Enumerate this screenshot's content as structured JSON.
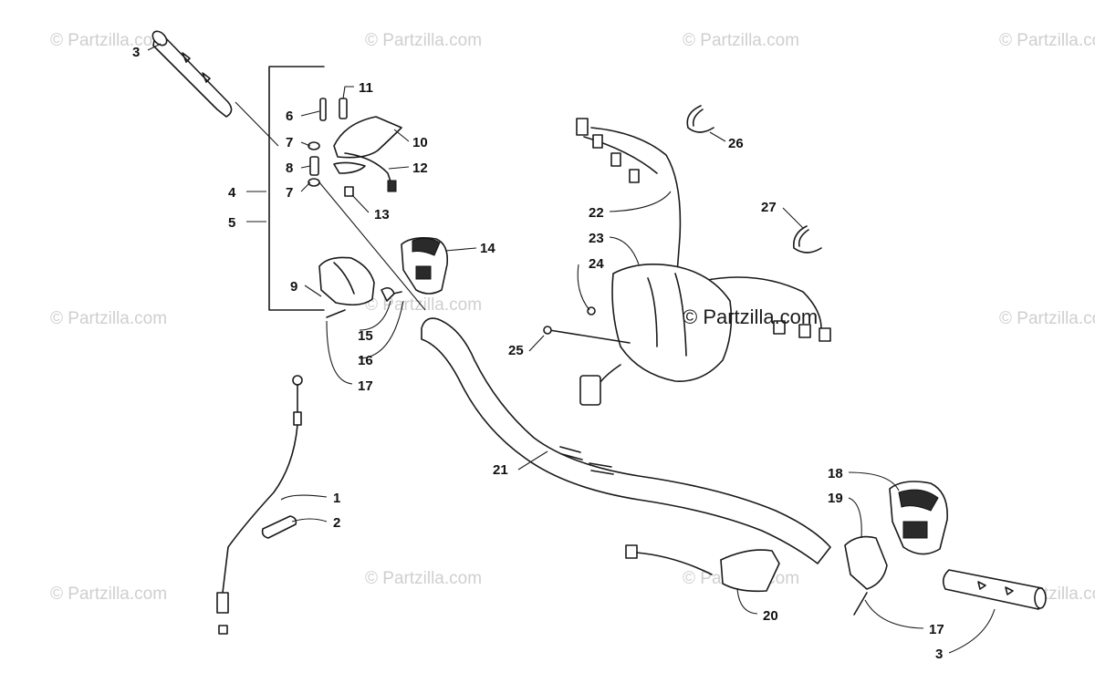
{
  "watermark": {
    "text": "© Partzilla.com"
  },
  "brand_label": {
    "text": "© Partzilla.com"
  },
  "callouts": [
    {
      "id": "c3a",
      "label": "3"
    },
    {
      "id": "c11",
      "label": "11"
    },
    {
      "id": "c6",
      "label": "6"
    },
    {
      "id": "c7a",
      "label": "7"
    },
    {
      "id": "c10",
      "label": "10"
    },
    {
      "id": "c8",
      "label": "8"
    },
    {
      "id": "c12",
      "label": "12"
    },
    {
      "id": "c4",
      "label": "4"
    },
    {
      "id": "c7b",
      "label": "7"
    },
    {
      "id": "c13",
      "label": "13"
    },
    {
      "id": "c5",
      "label": "5"
    },
    {
      "id": "c14",
      "label": "14"
    },
    {
      "id": "c9",
      "label": "9"
    },
    {
      "id": "c15",
      "label": "15"
    },
    {
      "id": "c16",
      "label": "16"
    },
    {
      "id": "c17a",
      "label": "17"
    },
    {
      "id": "c1",
      "label": "1"
    },
    {
      "id": "c2",
      "label": "2"
    },
    {
      "id": "c26",
      "label": "26"
    },
    {
      "id": "c27",
      "label": "27"
    },
    {
      "id": "c22",
      "label": "22"
    },
    {
      "id": "c23",
      "label": "23"
    },
    {
      "id": "c24",
      "label": "24"
    },
    {
      "id": "c25",
      "label": "25"
    },
    {
      "id": "c21",
      "label": "21"
    },
    {
      "id": "c18",
      "label": "18"
    },
    {
      "id": "c19",
      "label": "19"
    },
    {
      "id": "c20",
      "label": "20"
    },
    {
      "id": "c17b",
      "label": "17"
    },
    {
      "id": "c3b",
      "label": "3"
    }
  ]
}
